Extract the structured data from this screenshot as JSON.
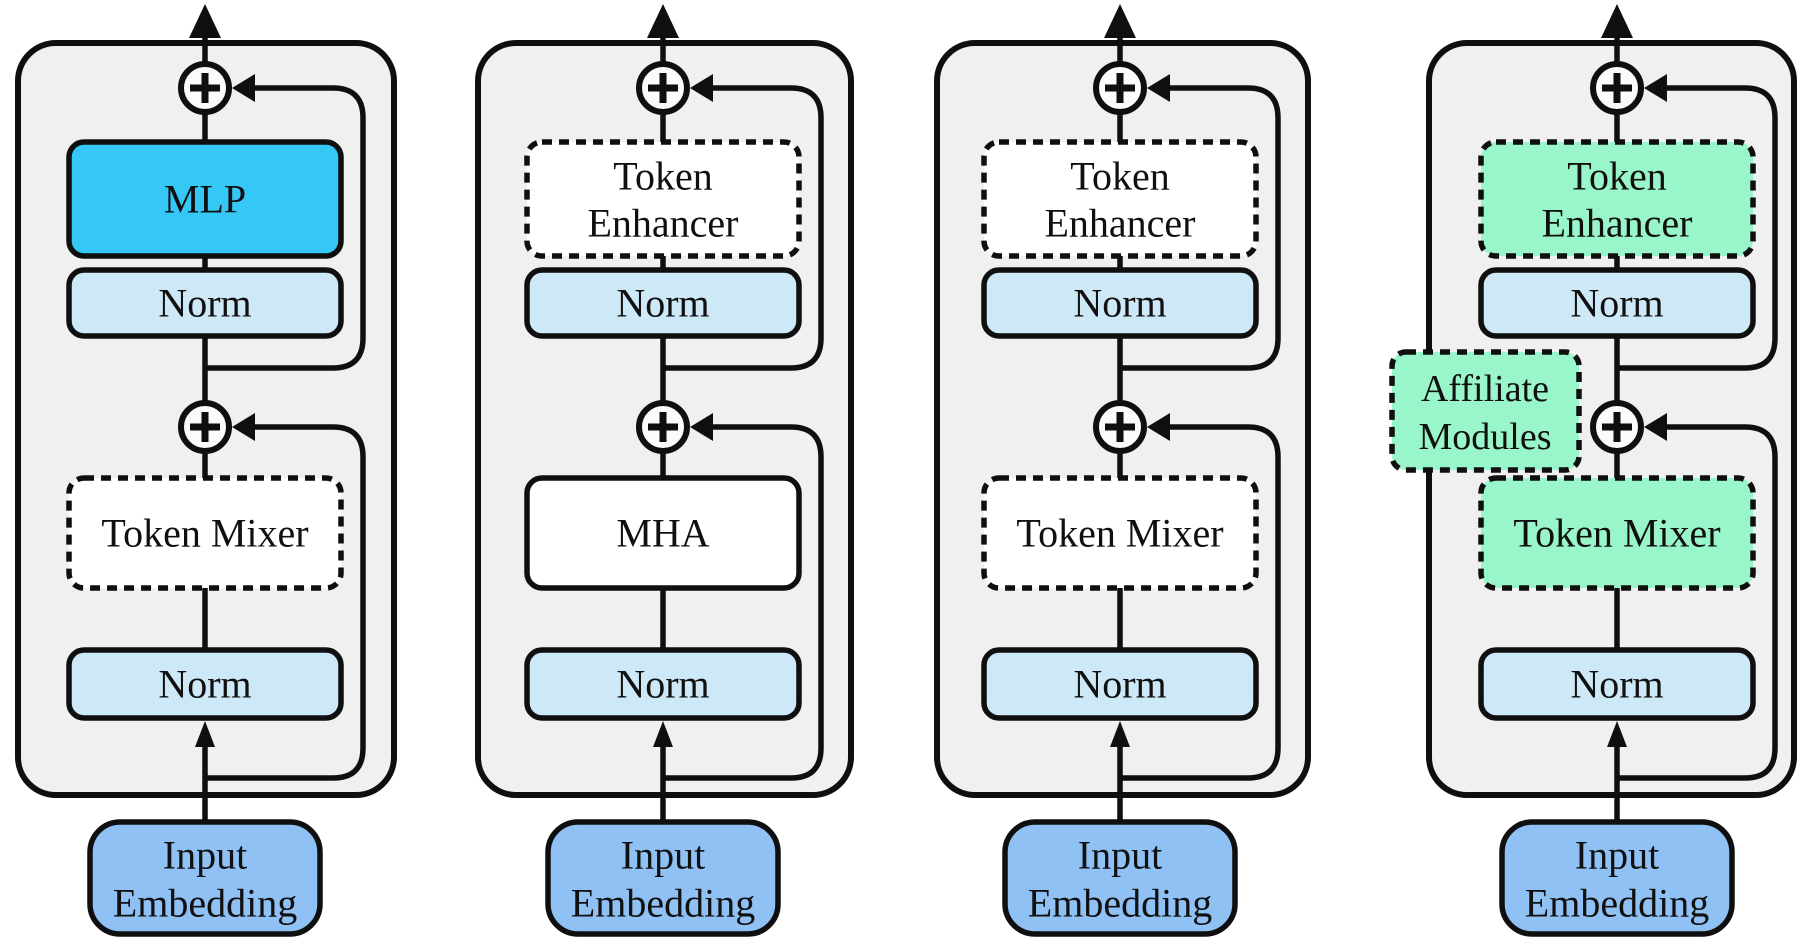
{
  "diagram": {
    "description": "Four transformer block architecture variants with residual connections",
    "colors": {
      "container_fill": "#f0f0f0",
      "stroke": "#0f0f0f",
      "white_fill": "#ffffff",
      "norm_fill": "#cde8f7",
      "input_fill": "#8fc1f5",
      "mlp_fill": "#35c8f7",
      "green_fill": "#99f5ca"
    },
    "columns": [
      {
        "name": "metaformer-block",
        "top_box": {
          "lines": [
            "MLP"
          ]
        },
        "upper_norm": "Norm",
        "mid_box": {
          "lines": [
            "Token Mixer"
          ]
        },
        "lower_norm": "Norm",
        "input": {
          "lines": [
            "Input",
            "Embedding"
          ]
        }
      },
      {
        "name": "mha-token-enhancer-block",
        "top_box": {
          "lines": [
            "Token",
            "Enhancer"
          ]
        },
        "upper_norm": "Norm",
        "mid_box": {
          "lines": [
            "MHA"
          ]
        },
        "lower_norm": "Norm",
        "input": {
          "lines": [
            "Input",
            "Embedding"
          ]
        }
      },
      {
        "name": "token-mixer-token-enhancer-block",
        "top_box": {
          "lines": [
            "Token",
            "Enhancer"
          ]
        },
        "upper_norm": "Norm",
        "mid_box": {
          "lines": [
            "Token Mixer"
          ]
        },
        "lower_norm": "Norm",
        "input": {
          "lines": [
            "Input",
            "Embedding"
          ]
        }
      },
      {
        "name": "affiliate-modules-block",
        "top_box": {
          "lines": [
            "Token",
            "Enhancer"
          ]
        },
        "upper_norm": "Norm",
        "mid_box": {
          "lines": [
            "Token Mixer"
          ]
        },
        "lower_norm": "Norm",
        "input": {
          "lines": [
            "Input",
            "Embedding"
          ]
        },
        "affiliate": {
          "lines": [
            "Affiliate",
            "Modules"
          ]
        }
      }
    ]
  }
}
